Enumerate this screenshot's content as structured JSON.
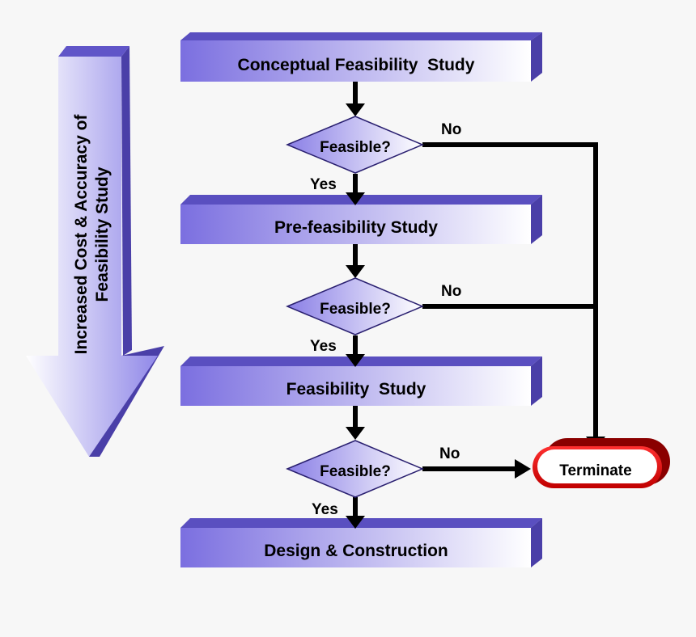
{
  "side_arrow": {
    "line1": "Increased Cost & Accuracy of",
    "line2": "Feasibility Study"
  },
  "stages": [
    "Conceptual Feasibility  Study",
    "Pre-feasibility Study",
    "Feasibility  Study",
    "Design & Construction"
  ],
  "decisions": [
    "Feasible?",
    "Feasible?",
    "Feasible?"
  ],
  "yes_label": "Yes",
  "no_label": "No",
  "terminate": "Terminate",
  "colors": {
    "box_gradient_left": "#7b6fe0",
    "box_gradient_right": "#ffffff",
    "box_side": "#4a3fa8",
    "box_top": "#5a4fc0",
    "terminate": "#e00000",
    "arrow_line": "#000000"
  }
}
